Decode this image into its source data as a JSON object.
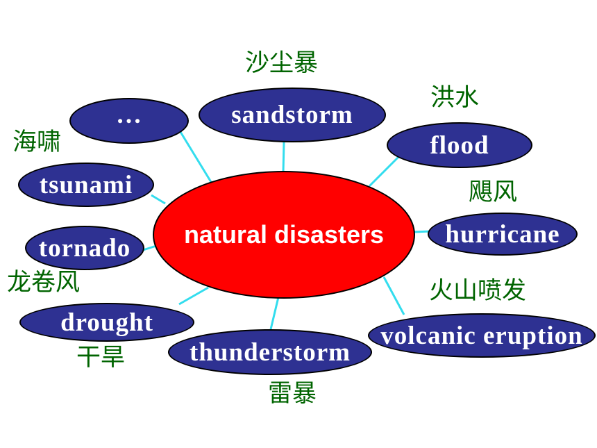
{
  "center": {
    "label": "natural disasters"
  },
  "nodes": {
    "ellipsis": {
      "label": "…"
    },
    "sandstorm": {
      "label": "sandstorm",
      "chinese": "沙尘暴"
    },
    "flood": {
      "label": "flood",
      "chinese": "洪水"
    },
    "tsunami": {
      "label": "tsunami",
      "chinese": "海啸"
    },
    "hurricane": {
      "label": "hurricane",
      "chinese": "飓风"
    },
    "tornado": {
      "label": "tornado",
      "chinese": "龙卷风"
    },
    "volcanic_eruption": {
      "label": "volcanic eruption",
      "chinese": "火山喷发"
    },
    "drought": {
      "label": "drought",
      "chinese": "干旱"
    },
    "thunderstorm": {
      "label": "thunderstorm",
      "chinese": "雷暴"
    }
  },
  "colors": {
    "center_fill": "#ff0000",
    "node_fill": "#2e3192",
    "connector": "#33ddee",
    "chinese_text": "#006400"
  }
}
